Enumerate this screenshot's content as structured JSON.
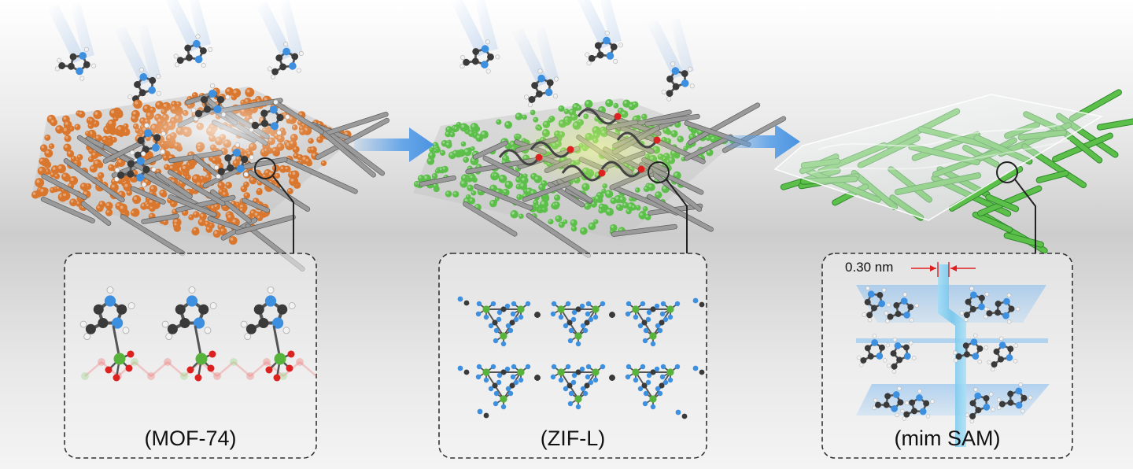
{
  "panels": [
    {
      "key": "mof74",
      "caption": "(MOF-74)"
    },
    {
      "key": "zifl",
      "caption": "(ZIF-L)"
    },
    {
      "key": "mimsam",
      "caption": "(mim SAM)"
    }
  ],
  "annotation": {
    "pore_size": "0.30 nm"
  },
  "colors": {
    "mof_sphere": "#d9772e",
    "zif_sphere": "#5cbf4a",
    "fiber": "#9a9a9a",
    "arrow": "#5aa0e8",
    "carbon": "#3a3a3a",
    "nitrogen": "#3d8fe0",
    "hydrogen": "#f2f2f2",
    "zinc": "#58b33c",
    "oxygen": "#dd2020",
    "channel": "#6fc3ec",
    "dim_line": "#e02020"
  },
  "icons": [
    "molecule-2-methylimidazole",
    "process-arrow",
    "zoom-circle"
  ]
}
